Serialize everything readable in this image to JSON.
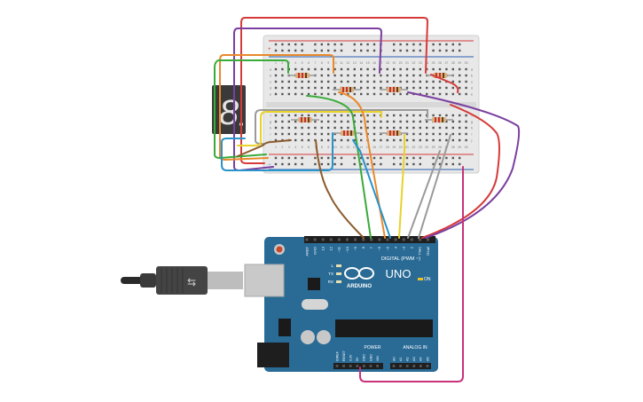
{
  "breadboard": {
    "row_labels": [
      "a",
      "b",
      "c",
      "d",
      "e",
      "f",
      "g",
      "h",
      "i",
      "j"
    ],
    "column_numbers": [
      "1",
      "2",
      "3",
      "4",
      "5",
      "6",
      "7",
      "8",
      "9",
      "10",
      "11",
      "12",
      "13",
      "14",
      "15",
      "16",
      "17",
      "18",
      "19",
      "20",
      "21",
      "22",
      "23",
      "24",
      "25",
      "26",
      "27",
      "28",
      "29",
      "30"
    ],
    "rail_plus": "+",
    "rail_minus": "−"
  },
  "seven_segment": {
    "digit": "8",
    "color": "#e3e3e3"
  },
  "arduino": {
    "model": "UNO",
    "brand": "ARDUINO",
    "digital_header_label": "DIGITAL (PWM ~)",
    "digital_pins": [
      "AREF",
      "GND",
      "13",
      "12",
      "~11",
      "~10",
      "~9",
      "8",
      "7",
      "~6",
      "~5",
      "4",
      "~3",
      "2",
      "TX▸1",
      "RX◂0"
    ],
    "power_header_label": "POWER",
    "power_pins": [
      "IOREF",
      "RESET",
      "3.3V",
      "5V",
      "GND",
      "GND",
      "VIN"
    ],
    "analog_header_label": "ANALOG IN",
    "analog_pins": [
      "A0",
      "A1",
      "A2",
      "A3",
      "A4",
      "A5"
    ],
    "led_labels": [
      "L",
      "TX",
      "RX"
    ],
    "on_label": "ON",
    "board_color": "#2a6b96"
  },
  "wire_colors": {
    "red": "#d63a3a",
    "purple": "#7a3fa0",
    "orange": "#e8892b",
    "green": "#3aaa3a",
    "blue": "#2a93c9",
    "yellow": "#e8d22b",
    "gray": "#9a9a9a",
    "brown": "#8b5a2b",
    "pink": "#c8327a"
  }
}
